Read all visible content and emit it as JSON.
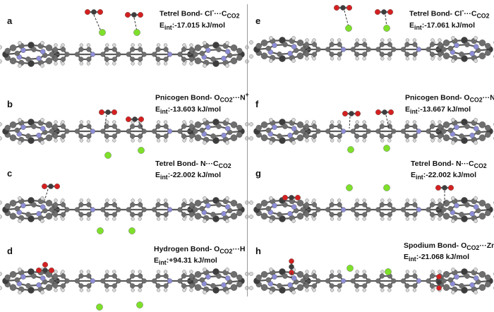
{
  "panels": [
    {
      "letter": "a",
      "bond_name": "Tetrel Bond- Cl",
      "bond_sup": "-",
      "bond_mid": "···C",
      "bond_sub": "CO2",
      "bond_tail": "",
      "e_label": "E",
      "e_sub": "int",
      "e_value": ":-17.015 kJ/mol"
    },
    {
      "letter": "b",
      "bond_name": "Pnicogen Bond- O",
      "bond_sup": "",
      "bond_mid": "",
      "bond_sub": "CO2",
      "bond_tail": "···N",
      "bond_tail_sup": "+",
      "e_label": "E",
      "e_sub": "int",
      "e_value": ":-13.603 kJ/mol"
    },
    {
      "letter": "c",
      "bond_name": "Tetrel Bond- N···C",
      "bond_sup": "",
      "bond_mid": "",
      "bond_sub": "CO2",
      "bond_tail": "",
      "e_label": "E",
      "e_sub": "int",
      "e_value": ":-22.002 kJ/mol"
    },
    {
      "letter": "d",
      "bond_name": "Hydrogen Bond- O",
      "bond_sup": "",
      "bond_mid": "",
      "bond_sub": "CO2",
      "bond_tail": "···H",
      "e_label": "E",
      "e_sub": "int",
      "e_value": ":+94.31 kJ/mol"
    },
    {
      "letter": "e",
      "bond_name": "Tetrel Bond- Cl",
      "bond_sup": "-",
      "bond_mid": "···C",
      "bond_sub": "CO2",
      "bond_tail": "",
      "e_label": "E",
      "e_sub": "int",
      "e_value": ":-17.061 kJ/mol"
    },
    {
      "letter": "f",
      "bond_name": "Pnicogen Bond- O",
      "bond_sup": "",
      "bond_mid": "",
      "bond_sub": "CO2",
      "bond_tail": "···N",
      "bond_tail_sup": "+",
      "e_label": "E",
      "e_sub": "int",
      "e_value": ":-13.667 kJ/mol"
    },
    {
      "letter": "g",
      "bond_name": "Tetrel Bond- N···C",
      "bond_sup": "",
      "bond_mid": "",
      "bond_sub": "CO2",
      "bond_tail": "",
      "e_label": "E",
      "e_sub": "int",
      "e_value": ":-22.002 kJ/mol"
    },
    {
      "letter": "h",
      "bond_name": "Spodium Bond- O",
      "bond_sup": "",
      "bond_mid": "",
      "bond_sub": "CO2",
      "bond_tail": "···Zn",
      "e_label": "E",
      "e_sub": "int",
      "e_value": ":-21.068 kJ/mol"
    }
  ],
  "colors": {
    "carbon": "#6e6e6e",
    "hydrogen": "#d8d8d8",
    "nitrogen": "#8d8dd6",
    "oxygen": "#d42020",
    "chloride": "#7ee02a",
    "zinc": "#7b7bb8",
    "bond": "#5a5a5a",
    "interaction_line": "#333333",
    "divider": "#9a9a9a"
  }
}
